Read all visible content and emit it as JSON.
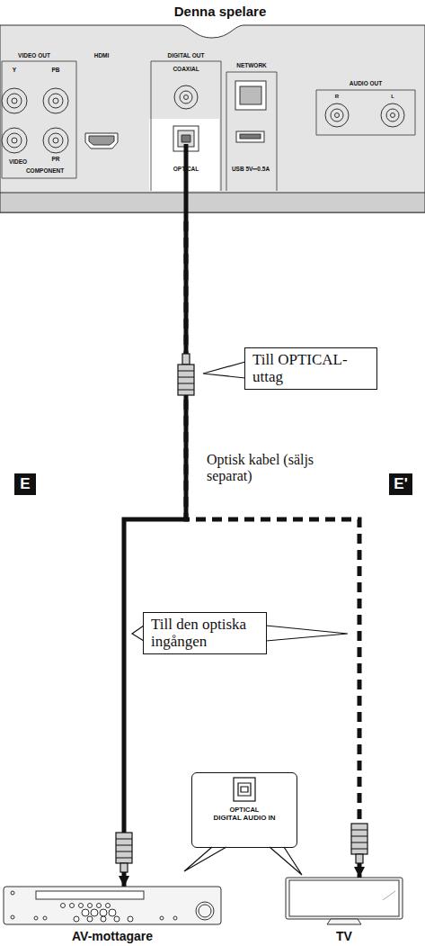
{
  "diagram": {
    "nodes": [
      {
        "text": [
          "Denna spelare"
        ]
      },
      {
        "text": [
          "Till OPTICAL-uttag"
        ]
      },
      {
        "text": [
          "E"
        ]
      },
      {
        "text": [
          "E'"
        ]
      },
      {
        "text": [
          "Till den optiska ingången"
        ]
      },
      {
        "text": [
          "AV-mottagare"
        ]
      },
      {
        "text": [
          "TV"
        ]
      },
      {
        "text": [
          "OPTICAL",
          "DIGITAL AUDIO IN"
        ]
      }
    ],
    "edges": [
      {
        "from": 0,
        "to": 5,
        "arrow": "to"
      },
      {
        "from": 0,
        "to": 6,
        "arrow": "to"
      }
    ],
    "labels": [
      "VIDEO OUT",
      "Y",
      "PB",
      "HDMI",
      "DIGITAL OUT",
      "COAXIAL",
      "NETWORK",
      "AUDIO OUT",
      "R",
      "L",
      "VIDEO",
      "PR",
      "COMPONENT",
      "OPTICAL",
      "USB 5V⎓0.5A",
      "Optisk kabel (säljs separat)"
    ]
  }
}
